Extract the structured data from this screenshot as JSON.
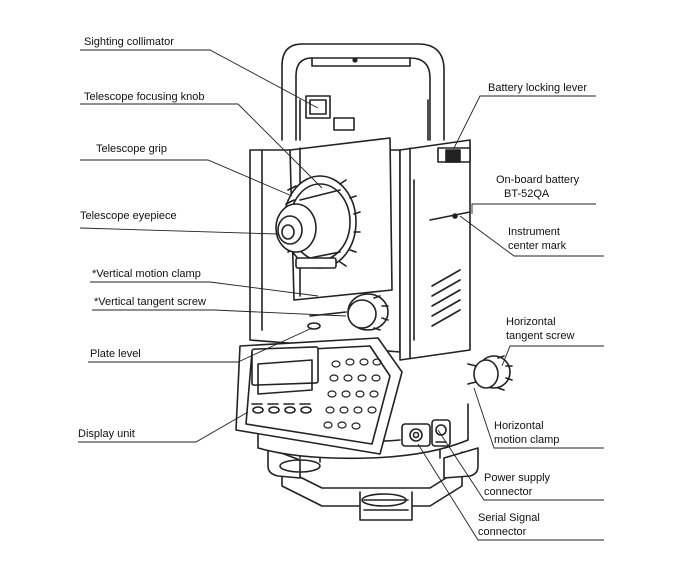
{
  "diagram": {
    "labels": {
      "sighting_collimator": "Sighting collimator",
      "telescope_focusing_knob": "Telescope focusing knob",
      "telescope_grip": "Telescope grip",
      "telescope_eyepiece": "Telescope eyepiece",
      "vertical_motion_clamp": "*Vertical motion clamp",
      "vertical_tangent_screw": "*Vertical tangent screw",
      "plate_level": "Plate level",
      "display_unit": "Display unit",
      "battery_locking_lever": "Battery locking lever",
      "onboard_battery_1": "On-board battery",
      "onboard_battery_2": "BT-52QA",
      "instrument_center_mark_1": "Instrument",
      "instrument_center_mark_2": "center mark",
      "horizontal_tangent_screw_1": "Horizontal",
      "horizontal_tangent_screw_2": "tangent screw",
      "horizontal_motion_clamp_1": "Horizontal",
      "horizontal_motion_clamp_2": "motion clamp",
      "power_supply_connector_1": "Power supply",
      "power_supply_connector_2": "connector",
      "serial_signal_connector_1": "Serial Signal",
      "serial_signal_connector_2": "connector"
    }
  }
}
